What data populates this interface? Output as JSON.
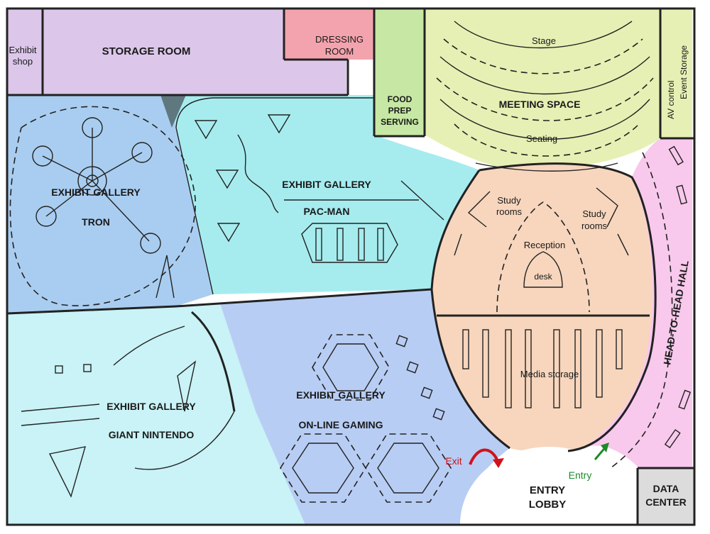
{
  "colors": {
    "storage": "#dcc7ea",
    "dressing": "#f3a3ad",
    "food": "#c7e8a4",
    "meeting": "#e6f0b4",
    "gallery_tron": "#a9cdf0",
    "gallery_pacman": "#a6ecef",
    "gallery_nintendo": "#c9f3f6",
    "gallery_online": "#b8cdf4",
    "reception": "#f7d6bd",
    "hall": "#f8c9ec",
    "data_center": "#dcdcdc",
    "exit_arrow": "#d0121b",
    "entry_arrow": "#1d8a2a"
  },
  "rooms": {
    "exhibit_shop": [
      "Exhibit",
      "shop"
    ],
    "storage_room": "STORAGE ROOM",
    "dressing_room": [
      "DRESSING",
      "ROOM"
    ],
    "food_prep": [
      "FOOD",
      "PREP",
      "SERVING"
    ],
    "stage": "Stage",
    "meeting_space": "MEETING SPACE",
    "seating": "Seating",
    "av_control": "AV control",
    "event_storage": "Event Storage",
    "tron_gallery": [
      "EXHIBIT GALLERY",
      "TRON"
    ],
    "pacman_gallery": [
      "EXHIBIT GALLERY",
      "PAC-MAN"
    ],
    "study_rooms_left": [
      "Study",
      "rooms"
    ],
    "study_rooms_right": [
      "Study",
      "rooms"
    ],
    "reception": "Reception",
    "desk": "desk",
    "media_storage": "Media storage",
    "head_to_head_hall": "HEAD-TO-HEAD HALL",
    "nintendo_gallery": [
      "EXHIBIT GALLERY",
      "GIANT NINTENDO"
    ],
    "online_gallery": [
      "EXHIBIT GALLERY",
      "ON-LINE GAMING"
    ],
    "exit": "Exit",
    "entry": "Entry",
    "entry_lobby": [
      "ENTRY",
      "LOBBY"
    ],
    "data_center": [
      "DATA",
      "CENTER"
    ]
  }
}
